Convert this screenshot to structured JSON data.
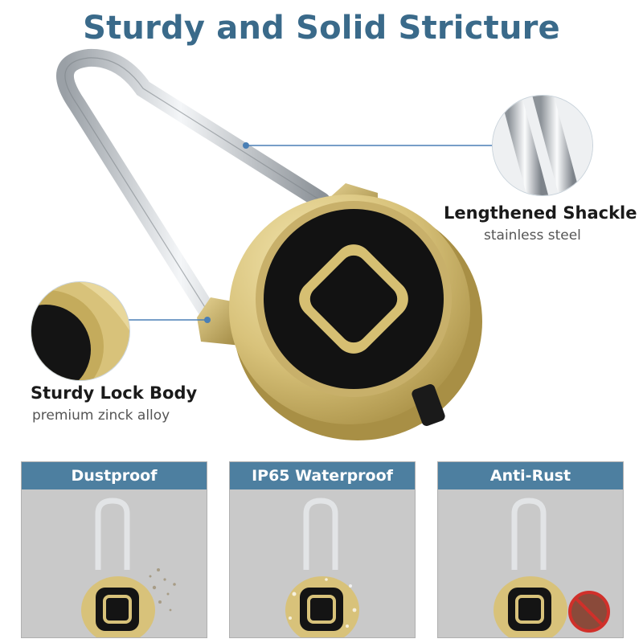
{
  "title": "Sturdy and Solid Stricture",
  "callouts": [
    {
      "main": "Lengthened Shackle",
      "sub": "stainless steel"
    },
    {
      "main": "Sturdy Lock Body",
      "sub": "premium zinck alloy"
    }
  ],
  "panels": [
    {
      "label": "Dustproof"
    },
    {
      "label": "IP65 Waterproof"
    },
    {
      "label": "Anti-Rust"
    }
  ],
  "colors": {
    "title": "#3a6a8a",
    "panel_header": "#4d7fa0",
    "gold": "#d8c27a",
    "face": "#121212",
    "leader": "#4a7fb5"
  }
}
